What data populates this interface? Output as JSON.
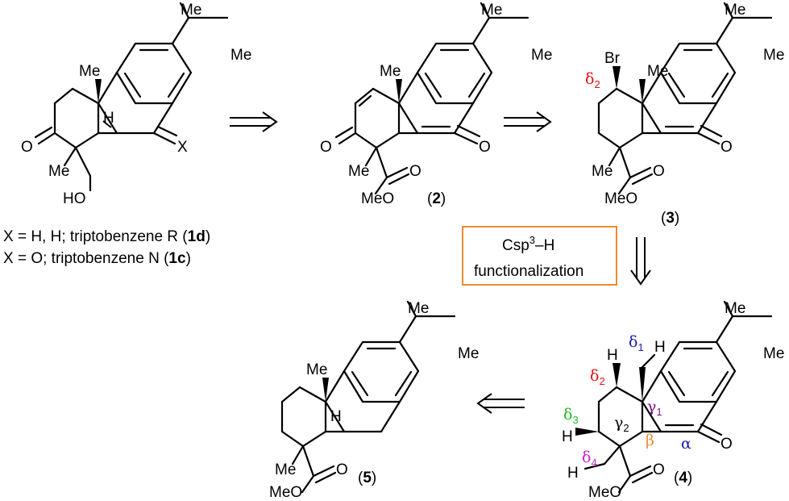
{
  "captions": {
    "line1_pre": "X = H, H; triptobenzene R (",
    "line1_bold": "1d",
    "line1_post": ")",
    "line2_pre": "X = O; triptobenzene N (",
    "line2_bold": "1c",
    "line2_post": ")"
  },
  "compound_labels": {
    "c2": "2",
    "c3": "3",
    "c4": "4",
    "c5": "5"
  },
  "atoms": {
    "me": "Me",
    "o": "O",
    "x": "X",
    "h": "H",
    "ho": "HO",
    "meo": "MeO",
    "br": "Br"
  },
  "greek": {
    "delta": "δ",
    "gamma": "γ",
    "beta": "β",
    "alpha": "α",
    "sub1": "1",
    "sub2": "2",
    "sub3": "3",
    "sub4": "4"
  },
  "box": {
    "line1_pre": "Csp",
    "line1_sup": "3",
    "line1_post": "–H",
    "line2": "functionalization"
  },
  "colors": {
    "delta1": "#1a1aa8",
    "delta2": "#e01010",
    "delta3": "#22bb22",
    "delta4": "#d020c8",
    "gamma": "#7a1080",
    "beta": "#f08a30",
    "alpha": "#1a1aa8",
    "bromine": "#f05020",
    "box_border": "#f08a30"
  }
}
